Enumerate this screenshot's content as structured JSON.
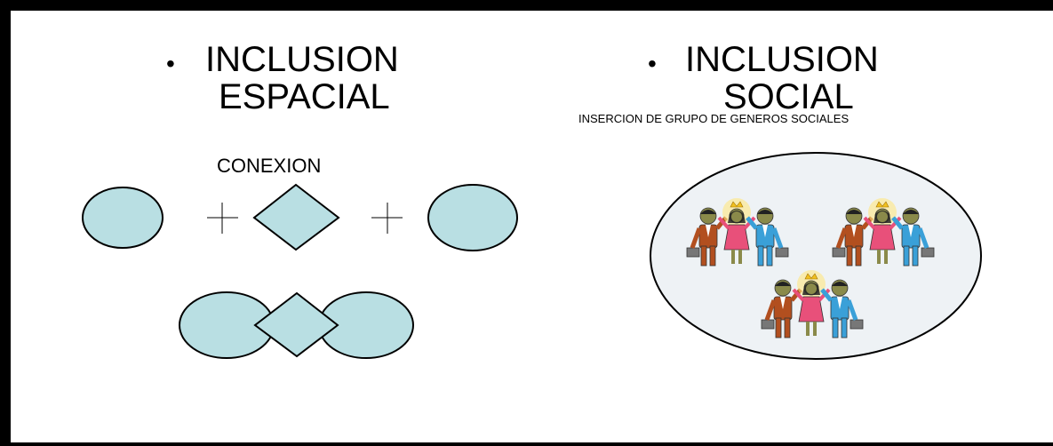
{
  "left_panel": {
    "bullet": "•",
    "title_line1": "INCLUSION",
    "title_line2": "ESPACIAL",
    "connection_label": "CONEXION"
  },
  "right_panel": {
    "bullet": "•",
    "title_line1": "INCLUSION",
    "title_line2": "SOCIAL",
    "subtitle": "INSERCION DE GRUPO DE GENEROS SOCIALES"
  },
  "colors": {
    "shape_fill": "#b9dfe3",
    "group_circle_fill": "#eef2f5",
    "frame": "#000000"
  }
}
